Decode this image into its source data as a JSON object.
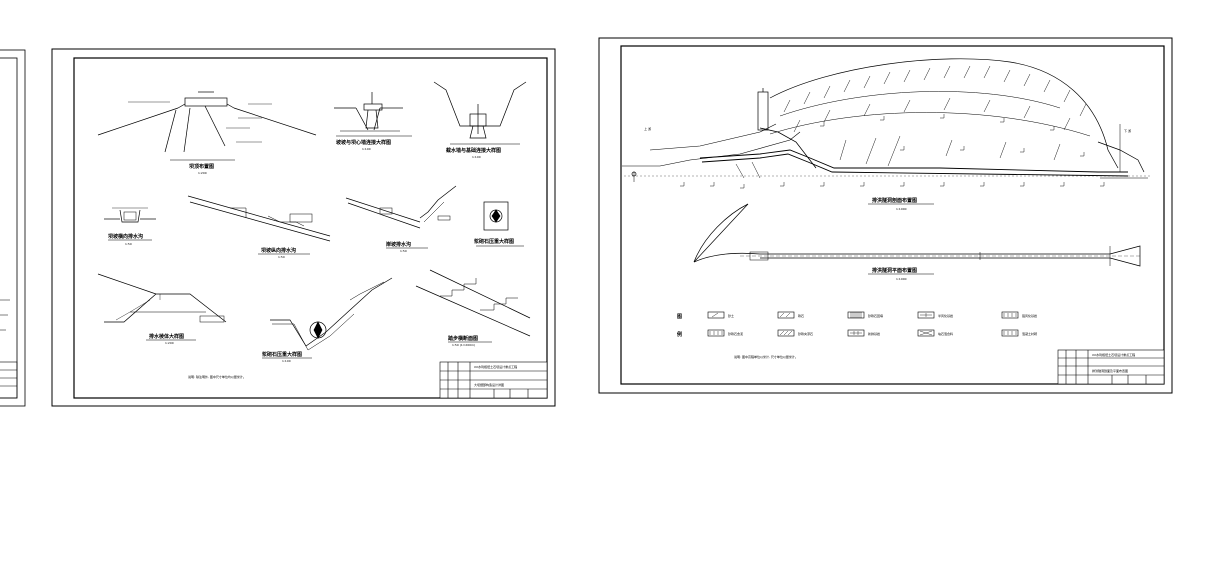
{
  "sheet_left": {
    "titles": {
      "dam_top": "坝顶布置图",
      "dam_top_scale": "1:200",
      "drain_slope": "坡坡与坝心墙连接大样图",
      "drain_slope_scale": "1:100",
      "riverbed": "截水墙与基础连接大样图",
      "riverbed_scale": "1:100",
      "ditch_a": "坝坡横向排水沟",
      "ditch_a_scale": "1:50",
      "ditch_b": "坝坡纵向排水沟",
      "ditch_b_scale": "1:50",
      "slope_drain": "岸坡排水沟",
      "slope_drain_scale": "1:50",
      "riprap_small": "浆砌石压重大样图",
      "stone_body": "排水棱体大样图",
      "stone_body_scale": "1:200",
      "riprap_big": "浆砌石压重大样图",
      "riprap_big_scale": "1:100",
      "steps": "踏步横断面图",
      "steps_scale": "1:50 (1=200m)"
    },
    "note": "说明: 除注明外, 图中尺寸单位均以厘米计。",
    "title_block": {
      "project": "XX水利枢纽土石坝设计重点工程",
      "drawing": "大坝细部构造设计详图"
    }
  },
  "sheet_right": {
    "titles": {
      "profile": "排洪隧洞剖面布置图",
      "profile_scale": "1:1000",
      "plan": "排洪隧洞平面布置图",
      "plan_scale": "1:1000"
    },
    "labels": {
      "upstream": "上 游",
      "downstream": "下 游"
    },
    "legend": {
      "title_a": "图",
      "title_b": "例",
      "items": [
        "砂土",
        "砾石",
        "砂砾石回填",
        "半风化基岩",
        "强风化基岩",
        "砂砾石含泥",
        "砂砾夹漂石",
        "新鲜基岩",
        "块石混合料",
        "混凝土衬砌"
      ]
    },
    "note": "说明: 图中高程单位以米计, 尺寸单位以厘米计。",
    "title_block": {
      "project": "XX水利枢纽土石坝设计重点工程",
      "drawing": "排洪隧洞剖面及平面布置图"
    }
  }
}
